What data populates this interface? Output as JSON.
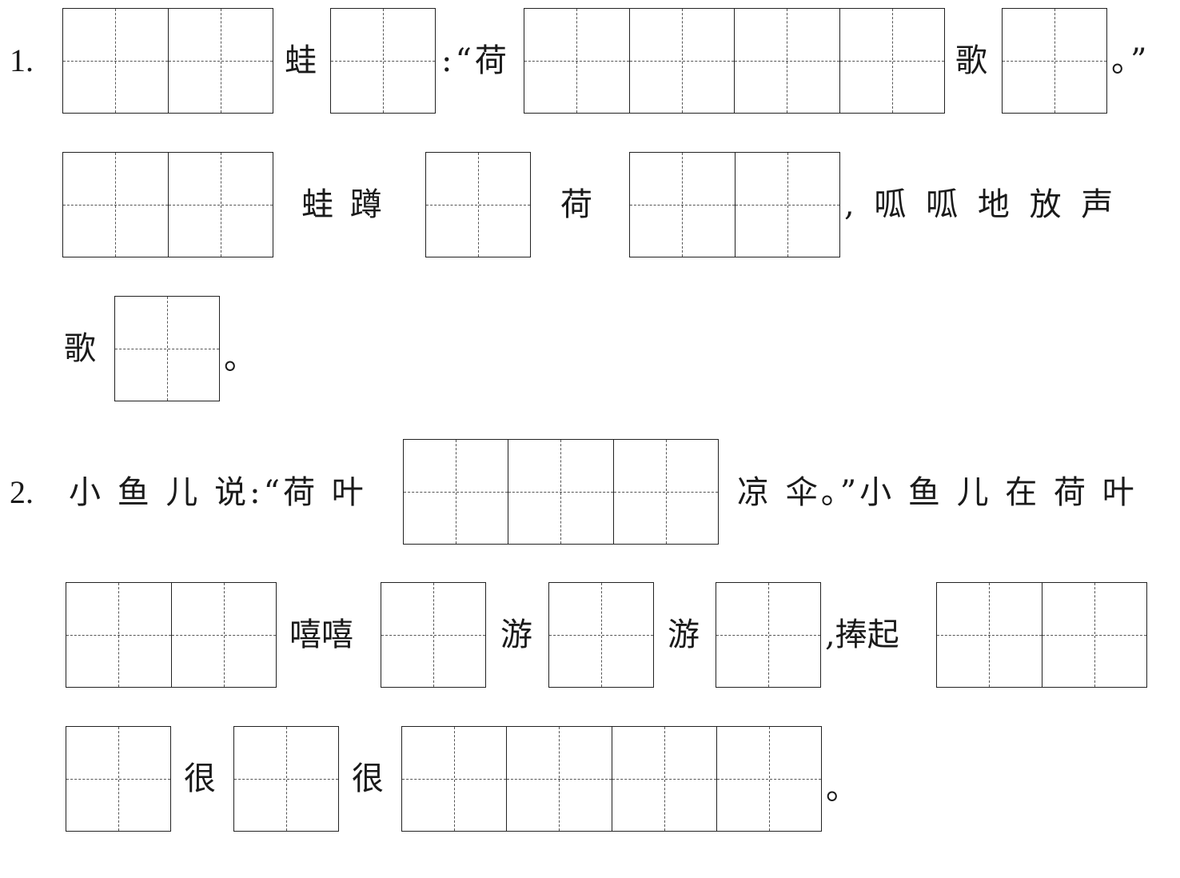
{
  "q1": {
    "number": "1.",
    "line1": {
      "t1": "蛙",
      "t2": ":“荷",
      "t3": "歌",
      "t4": "。”"
    },
    "line2": {
      "t1": "蛙 蹲",
      "t2": "荷",
      "t3": ", 呱 呱 地 放 声"
    },
    "line3": {
      "t1": "歌",
      "t2": "。"
    }
  },
  "q2": {
    "number": "2.",
    "line1": {
      "t1": "小 鱼 儿 说:“荷 叶",
      "t2": "凉 伞。”小 鱼 儿 在 荷 叶"
    },
    "line2": {
      "t1": "嘻嘻",
      "t2": "游",
      "t3": "游",
      "t4": ",捧起"
    },
    "line3": {
      "t1": "很",
      "t2": "很",
      "t3": "。"
    }
  }
}
